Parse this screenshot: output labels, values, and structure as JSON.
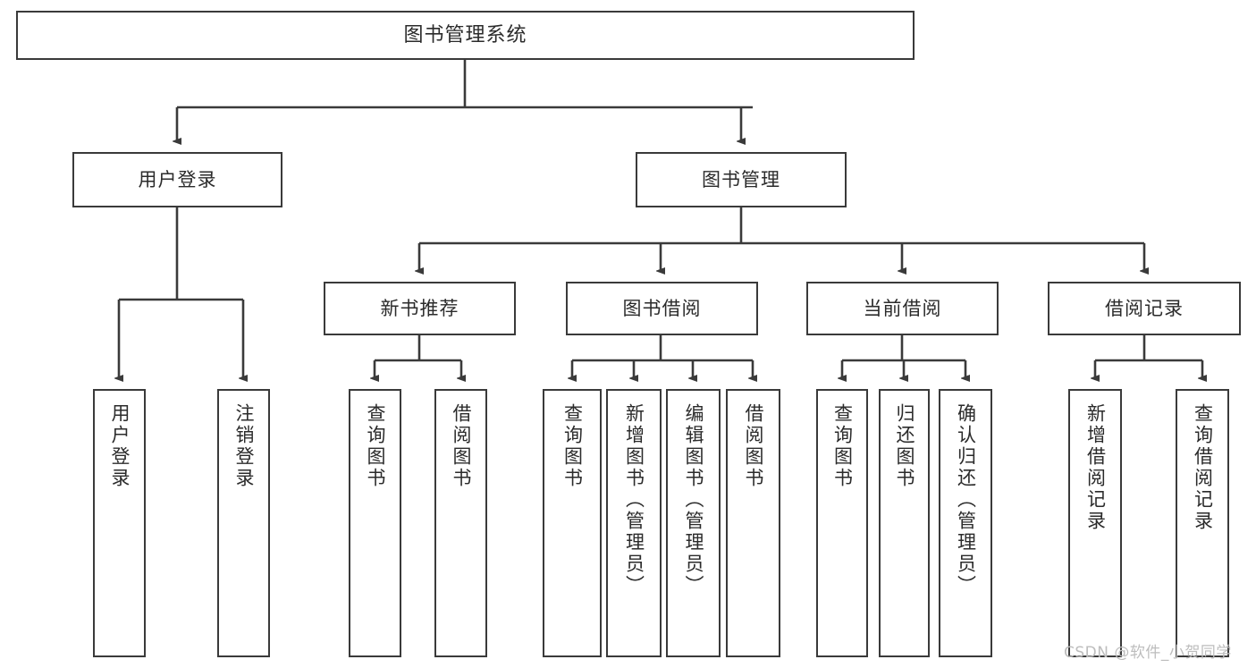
{
  "diagram": {
    "title": "图书管理系统",
    "type": "tree-hierarchy",
    "stroke_color": "#3a3a3a",
    "background_color": "#ffffff",
    "text_color": "#2b2b2b"
  },
  "nodes": {
    "root": {
      "label": "图书管理系统"
    },
    "level1": [
      {
        "label": "用户登录"
      },
      {
        "label": "图书管理"
      }
    ],
    "level2": [
      {
        "label": "新书推荐"
      },
      {
        "label": "图书借阅"
      },
      {
        "label": "当前借阅"
      },
      {
        "label": "借阅记录"
      }
    ],
    "leaves_user_login": [
      {
        "label": "用户登录"
      },
      {
        "label": "注销登录"
      }
    ],
    "leaves_new_book": [
      {
        "label": "查询图书"
      },
      {
        "label": "借阅图书"
      }
    ],
    "leaves_borrow": [
      {
        "label": "查询图书"
      },
      {
        "label": "新增图书（管理员）"
      },
      {
        "label": "编辑图书（管理员）"
      },
      {
        "label": "借阅图书"
      }
    ],
    "leaves_current": [
      {
        "label": "查询图书"
      },
      {
        "label": "归还图书"
      },
      {
        "label": "确认归还（管理员）"
      }
    ],
    "leaves_records": [
      {
        "label": "新增借阅记录"
      },
      {
        "label": "查询借阅记录"
      }
    ]
  },
  "watermark": {
    "text": "CSDN @软件_小贺同学"
  }
}
